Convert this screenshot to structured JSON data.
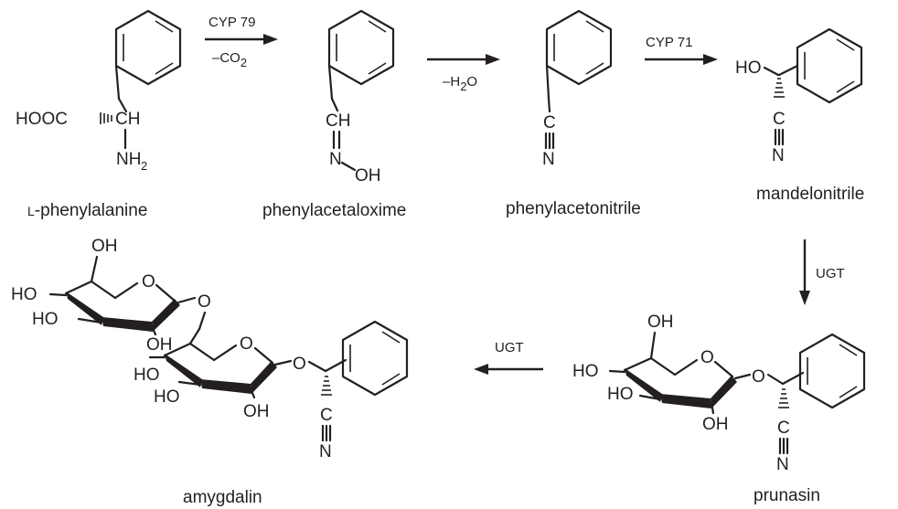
{
  "compounds": {
    "phenylalanine": {
      "name": "L-phenylalanine",
      "name_prefix": "L",
      "name_rest": "-phenylalanine",
      "hooc": "HOOC",
      "ch": "CH",
      "nh": "NH",
      "nh_sub": "2"
    },
    "phenylacetaloxime": {
      "name": "phenylacetaloxime",
      "ch": "CH",
      "n": "N",
      "oh": "OH"
    },
    "phenylacetonitrile": {
      "name": "phenylacetonitrile",
      "c": "C",
      "n": "N"
    },
    "mandelonitrile": {
      "name": "mandelonitrile",
      "ho": "HO",
      "c": "C",
      "n": "N"
    },
    "prunasin": {
      "name": "prunasin",
      "oh_top": "OH",
      "ho1": "HO",
      "ho2": "HO",
      "oh_bottom": "OH",
      "o_ring": "O",
      "o_link": "O",
      "c": "C",
      "n": "N"
    },
    "amygdalin": {
      "name": "amygdalin",
      "oh_top": "OH",
      "ho1": "HO",
      "ho2": "HO",
      "oh_mid": "OH",
      "o_ring1": "O",
      "o_link1": "O",
      "ho3": "HO",
      "ho4": "HO",
      "oh_bottom": "OH",
      "o_ring2": "O",
      "o_link2": "O",
      "c": "C",
      "n": "N"
    }
  },
  "reactions": [
    {
      "id": "step1",
      "enzyme": "CYP 79",
      "byproduct_prefix": "–CO",
      "byproduct_sub": "2"
    },
    {
      "id": "step2",
      "enzyme": "",
      "byproduct_prefix": "–H",
      "byproduct_sub": "2",
      "byproduct_suffix": "O"
    },
    {
      "id": "step3",
      "enzyme": "CYP 71"
    },
    {
      "id": "step4",
      "enzyme": "UGT"
    },
    {
      "id": "step5",
      "enzyme": "UGT"
    }
  ]
}
